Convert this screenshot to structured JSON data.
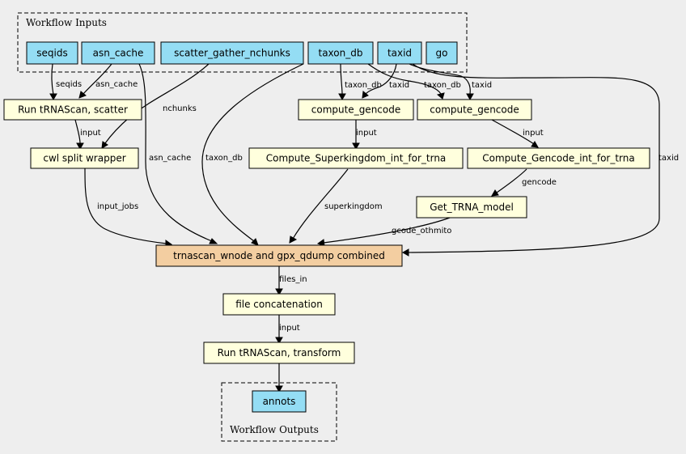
{
  "clusters": {
    "inputs_label": "Workflow Inputs",
    "outputs_label": "Workflow Outputs"
  },
  "nodes": {
    "seqids": "seqids",
    "asn_cache": "asn_cache",
    "scatter_gather_nchunks": "scatter_gather_nchunks",
    "taxon_db": "taxon_db",
    "taxid": "taxid",
    "go": "go",
    "run_trnascan_scatter": "Run tRNAScan, scatter",
    "cwl_split_wrapper": "cwl split wrapper",
    "compute_gencode_1": "compute_gencode",
    "compute_gencode_2": "compute_gencode",
    "compute_superkingdom": "Compute_Superkingdom_int_for_trna",
    "compute_gencode_int": "Compute_Gencode_int_for_trna",
    "get_trna_model": "Get_TRNA_model",
    "trnascan_combined": "trnascan_wnode and gpx_qdump combined",
    "file_concatenation": "file concatenation",
    "run_trnascan_transform": "Run tRNAScan, transform",
    "annots": "annots"
  },
  "edge_labels": {
    "seqids": "seqids",
    "asn_cache_scatter": "asn_cache",
    "nchunks": "nchunks",
    "input_scatter_split": "input",
    "asn_cache_combined": "asn_cache",
    "taxon_db_combined": "taxon_db",
    "taxon_db_gencode1": "taxon_db",
    "taxid_gencode1": "taxid",
    "taxon_db_gencode2": "taxon_db",
    "taxid_gencode2": "taxid",
    "taxid_combined": "taxid",
    "input_gencode1_superkingdom": "input",
    "input_gencode2_gencodeint": "input",
    "gencode": "gencode",
    "input_jobs": "input_jobs",
    "superkingdom": "superkingdom",
    "gcode_othmito": "gcode_othmito",
    "files_in": "files_in",
    "input_concat_transform": "input"
  },
  "colors": {
    "background": "#eeeeee",
    "io_node": "#94ddf4",
    "step_node": "#ffffdd",
    "main_node": "#f3cea1"
  }
}
